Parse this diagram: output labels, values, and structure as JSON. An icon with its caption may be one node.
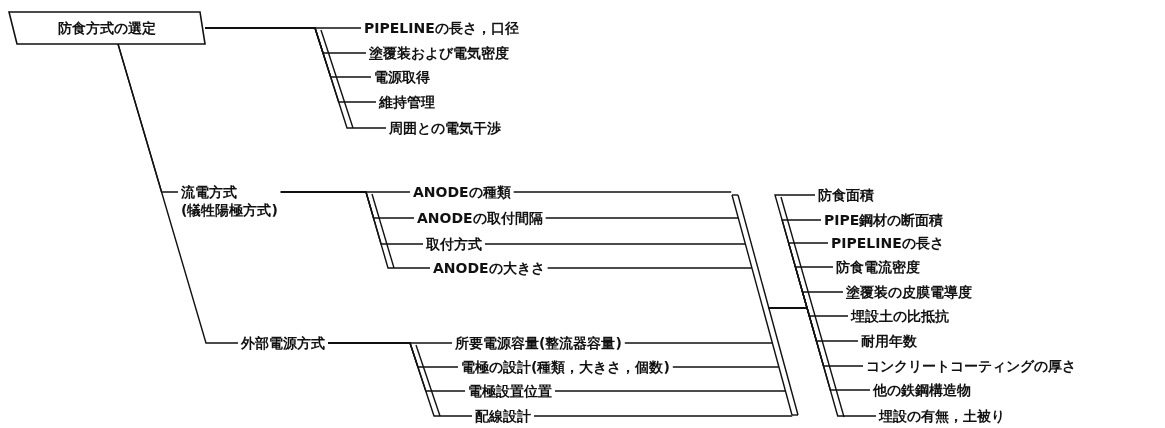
{
  "diagram": {
    "nodes": [
      {
        "text": [
          "防食方式の選定"
        ]
      },
      {
        "text": [
          "PIPELINEの長さ，口径"
        ]
      },
      {
        "text": [
          "塗覆装および電気密度"
        ]
      },
      {
        "text": [
          "電源取得"
        ]
      },
      {
        "text": [
          "維持管理"
        ]
      },
      {
        "text": [
          "周囲との電気干渉"
        ]
      },
      {
        "text": [
          "流電方式",
          "(犠牲陽極方式)"
        ]
      },
      {
        "text": [
          "ANODEの種類"
        ]
      },
      {
        "text": [
          "ANODEの取付間隔"
        ]
      },
      {
        "text": [
          "取付方式"
        ]
      },
      {
        "text": [
          "ANODEの大きさ"
        ]
      },
      {
        "text": [
          "外部電源方式"
        ]
      },
      {
        "text": [
          "所要電源容量(整流器容量)"
        ]
      },
      {
        "text": [
          "電極の設計(種類，大きさ，個数)"
        ]
      },
      {
        "text": [
          "電極設置位置"
        ]
      },
      {
        "text": [
          "配線設計"
        ]
      },
      {
        "text": [],
        "shape": "bar"
      },
      {
        "text": [
          "防食面積"
        ]
      },
      {
        "text": [
          "PIPE鋼材の断面積"
        ]
      },
      {
        "text": [
          "PIPELINEの長さ"
        ]
      },
      {
        "text": [
          "防食電流密度"
        ]
      },
      {
        "text": [
          "塗覆装の皮膜電導度"
        ]
      },
      {
        "text": [
          "埋設土の比抵抗"
        ]
      },
      {
        "text": [
          "耐用年数"
        ]
      },
      {
        "text": [
          "コンクリートコーティングの厚さ"
        ]
      },
      {
        "text": [
          "他の鉄鋼構造物"
        ]
      },
      {
        "text": [
          "埋設の有無，土被り"
        ]
      }
    ],
    "edges": [
      {
        "from": 0,
        "to": 1,
        "arrow": "none"
      },
      {
        "from": 0,
        "to": 2,
        "arrow": "none"
      },
      {
        "from": 0,
        "to": 3,
        "arrow": "none"
      },
      {
        "from": 0,
        "to": 4,
        "arrow": "none"
      },
      {
        "from": 0,
        "to": 5,
        "arrow": "none"
      },
      {
        "from": 0,
        "to": 6,
        "arrow": "none"
      },
      {
        "from": 0,
        "to": 11,
        "arrow": "none"
      },
      {
        "from": 6,
        "to": 7,
        "arrow": "none"
      },
      {
        "from": 6,
        "to": 8,
        "arrow": "none"
      },
      {
        "from": 6,
        "to": 9,
        "arrow": "none"
      },
      {
        "from": 6,
        "to": 10,
        "arrow": "none"
      },
      {
        "from": 11,
        "to": 12,
        "arrow": "none"
      },
      {
        "from": 11,
        "to": 13,
        "arrow": "none"
      },
      {
        "from": 11,
        "to": 14,
        "arrow": "none"
      },
      {
        "from": 11,
        "to": 15,
        "arrow": "none"
      },
      {
        "from": 7,
        "to": 16,
        "arrow": "none"
      },
      {
        "from": 8,
        "to": 16,
        "arrow": "none"
      },
      {
        "from": 9,
        "to": 16,
        "arrow": "none"
      },
      {
        "from": 10,
        "to": 16,
        "arrow": "none"
      },
      {
        "from": 12,
        "to": 16,
        "arrow": "none"
      },
      {
        "from": 13,
        "to": 16,
        "arrow": "none"
      },
      {
        "from": 14,
        "to": 16,
        "arrow": "none"
      },
      {
        "from": 15,
        "to": 16,
        "arrow": "none"
      },
      {
        "from": 16,
        "to": 17,
        "arrow": "none"
      },
      {
        "from": 16,
        "to": 18,
        "arrow": "none"
      },
      {
        "from": 16,
        "to": 19,
        "arrow": "none"
      },
      {
        "from": 16,
        "to": 20,
        "arrow": "none"
      },
      {
        "from": 16,
        "to": 21,
        "arrow": "none"
      },
      {
        "from": 16,
        "to": 22,
        "arrow": "none"
      },
      {
        "from": 16,
        "to": 23,
        "arrow": "none"
      },
      {
        "from": 16,
        "to": 24,
        "arrow": "none"
      },
      {
        "from": 16,
        "to": 25,
        "arrow": "none"
      },
      {
        "from": 16,
        "to": 26,
        "arrow": "none"
      }
    ]
  }
}
